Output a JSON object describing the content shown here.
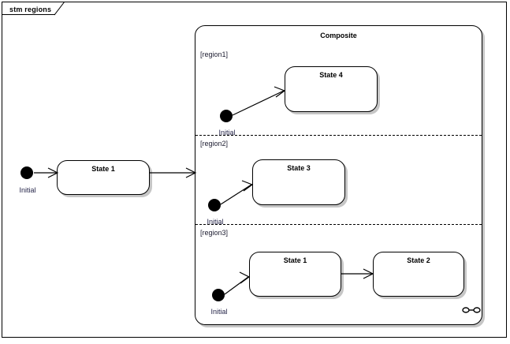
{
  "frame": {
    "title": "stm regions"
  },
  "colors": {
    "line": "#000000",
    "shadow": "#c6c6c6",
    "label_text": "#26264a",
    "background": "#ffffff"
  },
  "top_region": {
    "initial": {
      "label": "Initial"
    },
    "state": {
      "title": "State 1"
    }
  },
  "composite": {
    "title": "Composite",
    "decomposition_icon": "composite-decomposition-icon",
    "regions": [
      {
        "label": "[region1]",
        "initial_label": "Initial",
        "states": [
          {
            "title": "State 4"
          }
        ]
      },
      {
        "label": "[region2]",
        "initial_label": "Initial",
        "states": [
          {
            "title": "State 3"
          }
        ]
      },
      {
        "label": "[region3]",
        "initial_label": "Initial",
        "states": [
          {
            "title": "State 1"
          },
          {
            "title": "State 2"
          }
        ]
      }
    ]
  }
}
